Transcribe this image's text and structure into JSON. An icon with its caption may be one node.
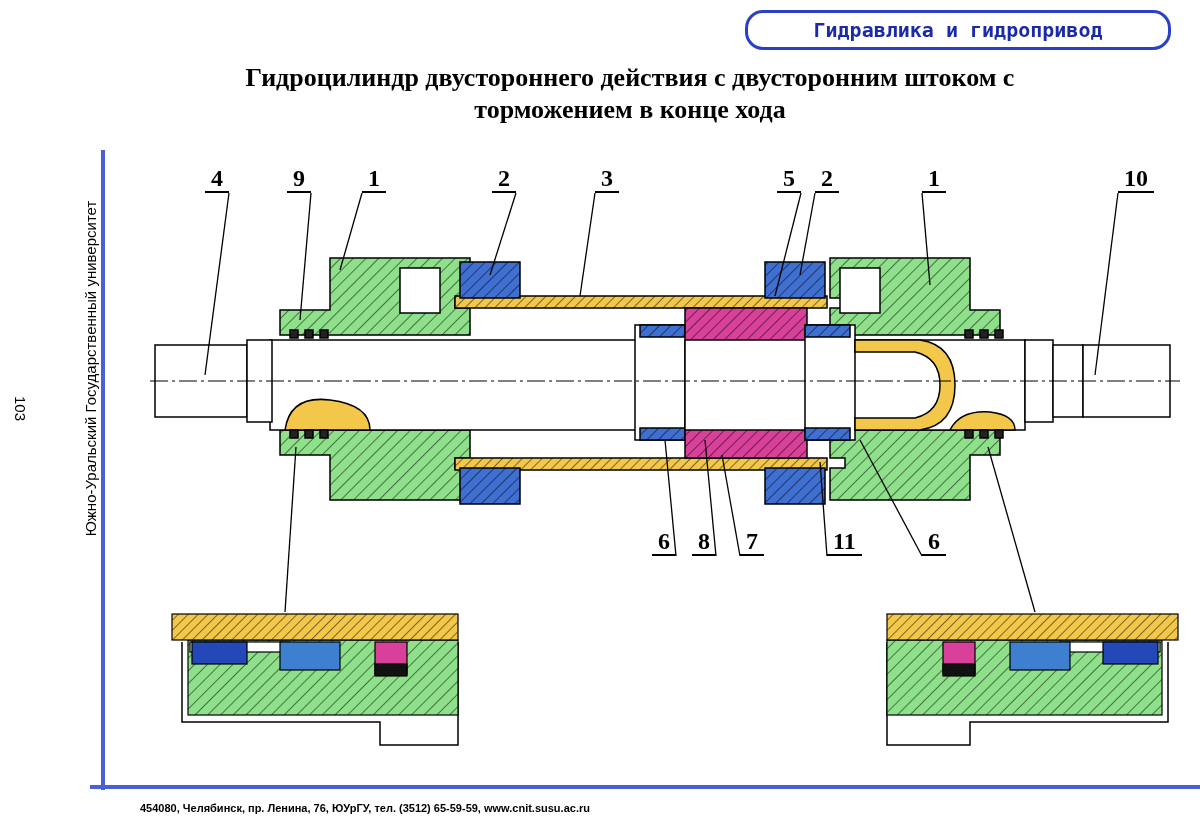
{
  "diagram": {
    "title": "Гидроцилиндр двустороннего действия с двусторонним штоком с торможением в конце хода",
    "nodes": [
      {
        "text": [
          "4"
        ]
      },
      {
        "text": [
          "9"
        ]
      },
      {
        "text": [
          "1"
        ]
      },
      {
        "text": [
          "2"
        ]
      },
      {
        "text": [
          "3"
        ]
      },
      {
        "text": [
          "5"
        ]
      },
      {
        "text": [
          "2"
        ]
      },
      {
        "text": [
          "1"
        ]
      },
      {
        "text": [
          "10"
        ]
      },
      {
        "text": [
          "6"
        ]
      },
      {
        "text": [
          "8"
        ]
      },
      {
        "text": [
          "7"
        ]
      },
      {
        "text": [
          "11"
        ]
      },
      {
        "text": [
          "6"
        ]
      },
      {
        "text": [],
        "shape": "picture"
      },
      {
        "text": [],
        "shape": "picture"
      }
    ],
    "edges": [
      {
        "from": 0,
        "to": null,
        "arrow": "none"
      },
      {
        "from": 1,
        "to": null,
        "arrow": "none"
      },
      {
        "from": 2,
        "to": null,
        "arrow": "none"
      },
      {
        "from": 3,
        "to": null,
        "arrow": "none"
      },
      {
        "from": 4,
        "to": null,
        "arrow": "none"
      },
      {
        "from": 5,
        "to": null,
        "arrow": "none"
      },
      {
        "from": 6,
        "to": null,
        "arrow": "none"
      },
      {
        "from": 7,
        "to": null,
        "arrow": "none"
      },
      {
        "from": 8,
        "to": null,
        "arrow": "none"
      },
      {
        "from": 9,
        "to": null,
        "arrow": "none"
      },
      {
        "from": 10,
        "to": null,
        "arrow": "none"
      },
      {
        "from": 11,
        "to": null,
        "arrow": "none"
      },
      {
        "from": 12,
        "to": null,
        "arrow": "none"
      },
      {
        "from": 13,
        "to": null,
        "arrow": "none"
      },
      {
        "from": 14,
        "to": null,
        "arrow": "none"
      },
      {
        "from": 15,
        "to": null,
        "arrow": "none"
      }
    ],
    "labels": [
      "Гидравлика и гидропривод",
      "Южно-Уральский Государственный университет",
      "103",
      "454080, Челябинск, пр. Ленина, 76, ЮУрГУ, тел. (3512) 65-59-59, www.cnit.susu.ac.ru"
    ]
  }
}
